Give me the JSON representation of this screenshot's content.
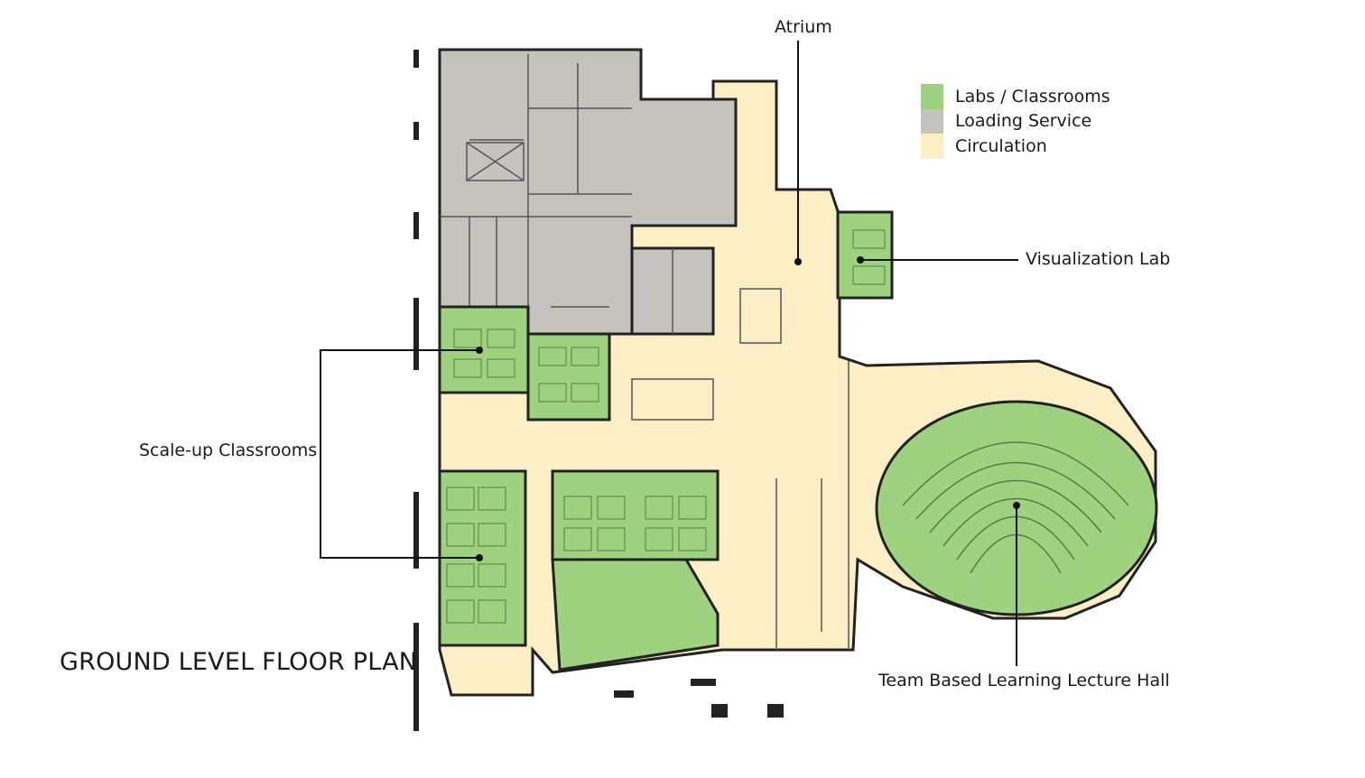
{
  "title": "GROUND LEVEL FLOOR PLAN",
  "legend": [
    {
      "label": "Labs / Classrooms",
      "color": "#9fd27f"
    },
    {
      "label": "Loading Service",
      "color": "#c4c3bd"
    },
    {
      "label": "Circulation",
      "color": "#fcefc5"
    }
  ],
  "callouts": {
    "atrium": "Atrium",
    "visualization_lab": "Visualization Lab",
    "scaleup_classrooms": "Scale-up Classrooms",
    "lecture_hall": "Team Based Learning Lecture Hall"
  }
}
